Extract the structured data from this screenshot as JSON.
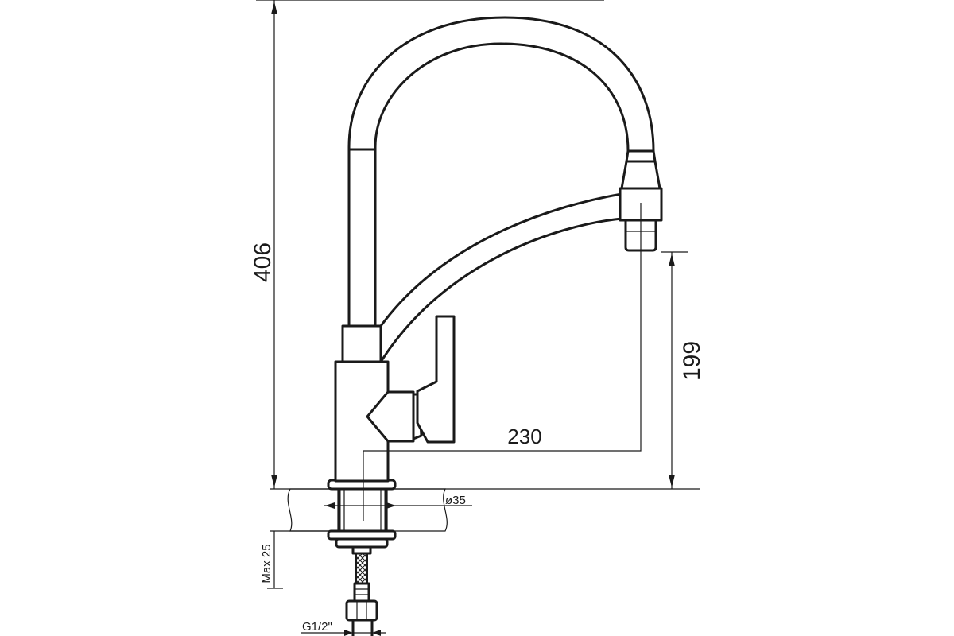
{
  "dimensions": {
    "total_height": "406",
    "outlet_height": "199",
    "reach": "230",
    "body_diameter": "ø35",
    "max_counter_thickness": "Max 25",
    "connection_thread": "G1/2\""
  },
  "colors": {
    "line": "#1a1a1a",
    "background": "#ffffff"
  }
}
